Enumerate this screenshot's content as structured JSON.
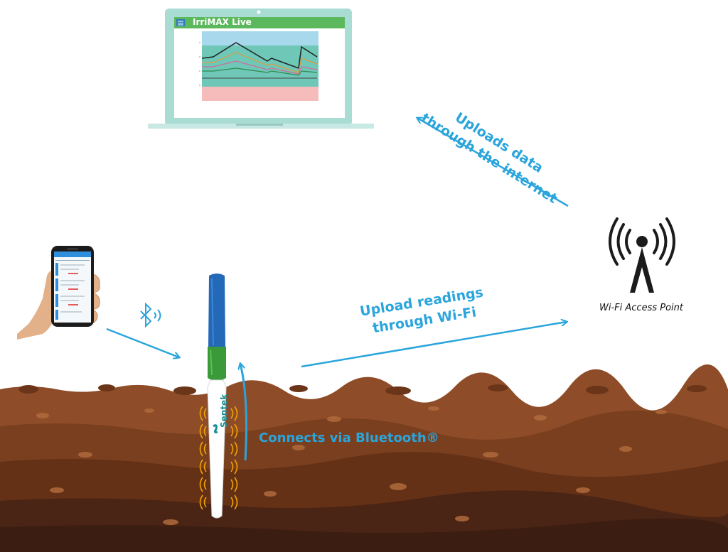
{
  "labels": {
    "uploads_internet_line1": "Uploads data",
    "uploads_internet_line2": "through the internet",
    "upload_wifi_line1": "Upload readings",
    "upload_wifi_line2": "through Wi-Fi",
    "bluetooth_connect": "Connects via Bluetooth®",
    "access_point": "Wi-Fi Access Point"
  },
  "laptop": {
    "app_title": "IrriMAX Live"
  },
  "probe": {
    "brand": "Sentek"
  },
  "icons": [
    "laptop-icon",
    "menu-icon",
    "phone-icon",
    "hand-icon",
    "bluetooth-icon",
    "wifi-tower-icon",
    "soil-probe-icon"
  ],
  "colors": {
    "accent_blue": "#2aa5dc",
    "app_header_green": "#5cb85c",
    "soil_top": "#8a4a26",
    "soil_bottom": "#3b1d12"
  }
}
